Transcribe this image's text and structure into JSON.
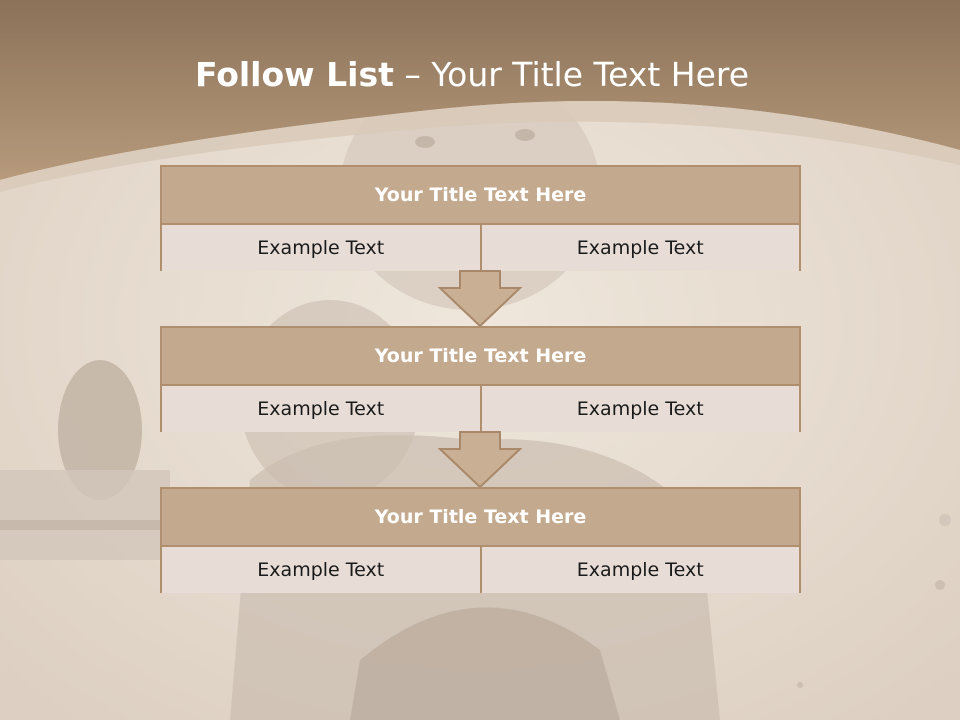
{
  "slide": {
    "title_bold": "Follow List",
    "title_rest": " – Your Title Text Here"
  },
  "steps": [
    {
      "title": "Your Title Text Here",
      "left": "Example Text",
      "right": "Example Text"
    },
    {
      "title": "Your Title Text Here",
      "left": "Example Text",
      "right": "Example Text"
    },
    {
      "title": "Your Title Text Here",
      "left": "Example Text",
      "right": "Example Text"
    }
  ],
  "colors": {
    "header_band": "#9a7c5f",
    "block_head": "#c3a98d",
    "block_cell": "#e7ddd6",
    "border": "#b08f6e",
    "arrow_fill": "#c9b095"
  },
  "icons": [
    "down-arrow-icon"
  ]
}
